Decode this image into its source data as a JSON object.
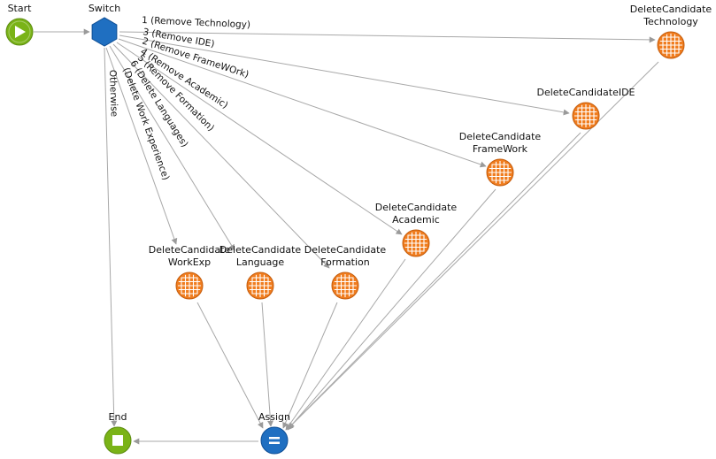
{
  "nodes": {
    "start": {
      "label": "Start",
      "icon": "play-icon",
      "color": "#7ab317"
    },
    "switch": {
      "label": "Switch",
      "icon": "hexagon-icon",
      "color": "#1f6fc1"
    },
    "end": {
      "label": "End",
      "icon": "stop-icon",
      "color": "#7ab317"
    },
    "assign": {
      "label": "Assign",
      "icon": "equals-icon",
      "color": "#1f6fc1"
    },
    "del_technology": {
      "label": [
        "DeleteCandidate",
        "Technology"
      ],
      "icon": "aggregate-icon",
      "color": "#f07d1f"
    },
    "del_ide": {
      "label": [
        "DeleteCandidateIDE"
      ],
      "icon": "aggregate-icon",
      "color": "#f07d1f"
    },
    "del_framework": {
      "label": [
        "DeleteCandidate",
        "FrameWork"
      ],
      "icon": "aggregate-icon",
      "color": "#f07d1f"
    },
    "del_academic": {
      "label": [
        "DeleteCandidate",
        "Academic"
      ],
      "icon": "aggregate-icon",
      "color": "#f07d1f"
    },
    "del_workexp": {
      "label": [
        "DeleteCandidate",
        "WorkExp"
      ],
      "icon": "aggregate-icon",
      "color": "#f07d1f"
    },
    "del_language": {
      "label": [
        "DeleteCandidate",
        "Language"
      ],
      "icon": "aggregate-icon",
      "color": "#f07d1f"
    },
    "del_formation": {
      "label": [
        "DeleteCandidate",
        "Formation"
      ],
      "icon": "aggregate-icon",
      "color": "#f07d1f"
    }
  },
  "edges": [
    {
      "from": "start",
      "to": "switch",
      "label": ""
    },
    {
      "from": "switch",
      "to": "del_technology",
      "label": "1 (Remove Technology)"
    },
    {
      "from": "switch",
      "to": "del_ide",
      "label": "3 (Remove IDE)"
    },
    {
      "from": "switch",
      "to": "del_framework",
      "label": "2 (Remove FrameWOrk)"
    },
    {
      "from": "switch",
      "to": "del_academic",
      "label": "4 (Remove Academic)"
    },
    {
      "from": "switch",
      "to": "del_formation",
      "label": "5 (Remove Formation)"
    },
    {
      "from": "switch",
      "to": "del_language",
      "label": "6 (Delete Languages)"
    },
    {
      "from": "switch",
      "to": "del_workexp",
      "label": "(Delete Work Experience)"
    },
    {
      "from": "switch",
      "to": "end",
      "label": "Otherwise"
    },
    {
      "from": "del_technology",
      "to": "assign",
      "label": ""
    },
    {
      "from": "del_ide",
      "to": "assign",
      "label": ""
    },
    {
      "from": "del_framework",
      "to": "assign",
      "label": ""
    },
    {
      "from": "del_academic",
      "to": "assign",
      "label": ""
    },
    {
      "from": "del_workexp",
      "to": "assign",
      "label": ""
    },
    {
      "from": "del_language",
      "to": "assign",
      "label": ""
    },
    {
      "from": "del_formation",
      "to": "assign",
      "label": ""
    },
    {
      "from": "assign",
      "to": "end",
      "label": ""
    }
  ]
}
